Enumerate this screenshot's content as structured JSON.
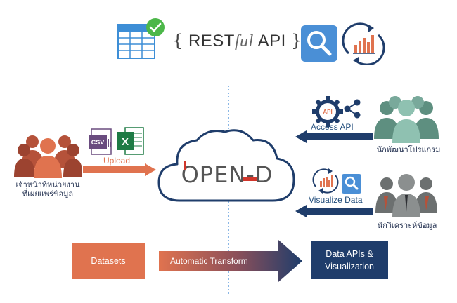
{
  "top": {
    "rest_prefix": "{",
    "rest_main": "REST",
    "rest_italic": "ful",
    "rest_api": "API",
    "rest_suffix": "}"
  },
  "cloud": {
    "logo_text": "OPEN-D"
  },
  "publisher": {
    "label_line1": "เจ้าหน้าที่หน่วยงาน",
    "label_line2": "ที่เผยแพร่ข้อมูล"
  },
  "upload": {
    "label": "Upload",
    "csv_label": "CSV",
    "excel_label": "X"
  },
  "developer": {
    "label": "นักพัฒนาโปรแกรม",
    "access_label": "Access API",
    "api_badge": "API"
  },
  "analyst": {
    "label": "นักวิเคราะห์ข้อมูล",
    "visualize_label": "Visualize Data"
  },
  "bottom": {
    "datasets_label": "Datasets",
    "transform_label": "Automatic Transform",
    "output_line1": "Data APIs &",
    "output_line2": "Visualization"
  },
  "colors": {
    "orange": "#e0734f",
    "navy": "#1f3d6b",
    "green_check": "#4cb749",
    "blue_search": "#4a8fd6",
    "people_teal": "#79a99b",
    "people_orange": "#d1623f",
    "people_gray": "#8b8f8f"
  },
  "icons": [
    "spreadsheet-check-icon",
    "search-icon",
    "chart-refresh-icon",
    "csv-file-icon",
    "excel-file-icon",
    "api-gear-icon",
    "share-icon",
    "magnifier-small-icon"
  ]
}
